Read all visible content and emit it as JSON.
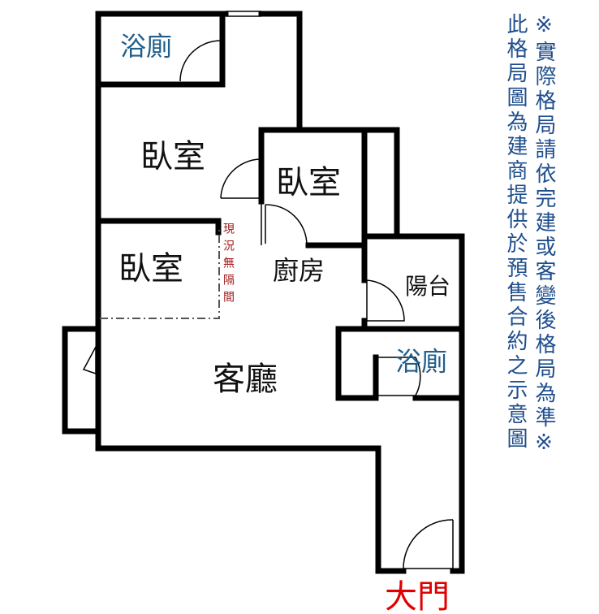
{
  "rooms": {
    "bath_top": "浴廁",
    "bedroom_1": "臥室",
    "bedroom_2": "臥室",
    "bedroom_3": "臥室",
    "kitchen": "廚房",
    "balcony": "陽台",
    "bath_right": "浴廁",
    "living_room": "客廳",
    "main_door": "大門"
  },
  "status_note": "現況無隔間",
  "disclaimer": {
    "column_right": "※實際格局請依完建或客變後格局為準※",
    "column_left": "此格局圖為建商提供於預售合約之示意圖"
  },
  "colors": {
    "wall": "#000000",
    "room_label_blue": "#1f5f8b",
    "door_label_red": "#e00000",
    "disclaimer_blue": "#1f4e8c",
    "status_red": "#a01818"
  }
}
